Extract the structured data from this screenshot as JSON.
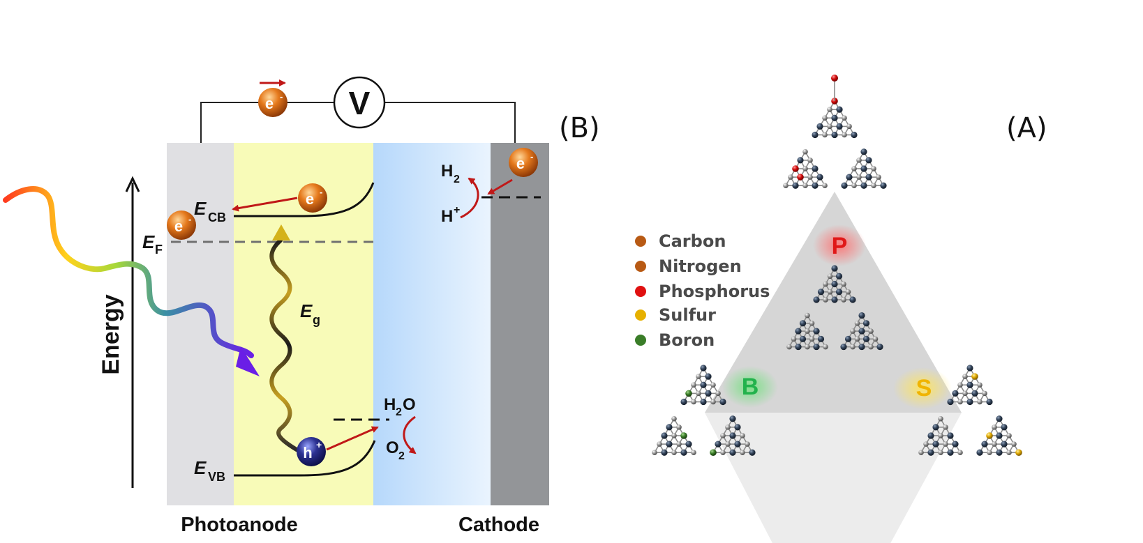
{
  "panel_b": {
    "tag": "(B)",
    "energy_label": "Energy",
    "photoanode_label": "Photoanode",
    "cathode_label": "Cathode",
    "voltmeter": "V",
    "electron": "e",
    "electron_sup": "-",
    "hole": "h",
    "hole_sup": "+",
    "ecb_main": "E",
    "ecb_sub": "CB",
    "evb_main": "E",
    "evb_sub": "VB",
    "ef_main": "E",
    "ef_sub": "F",
    "eg_main": "E",
    "eg_sub": "g",
    "h2_main": "H",
    "h2_sub": "2",
    "hplus_main": "H",
    "hplus_sup": "+",
    "h2o_a": "H",
    "h2o_sub": "2",
    "h2o_b": "O",
    "o2_main": "O",
    "o2_sub": "2"
  },
  "panel_a": {
    "tag": "(A)",
    "legend": [
      {
        "label": "Carbon",
        "color": "#b85a14"
      },
      {
        "label": "Nitrogen",
        "color": "#b85a14"
      },
      {
        "label": "Phosphorus",
        "color": "#e01010"
      },
      {
        "label": "Sulfur",
        "color": "#e6b000"
      },
      {
        "label": "Boron",
        "color": "#3a7d28"
      }
    ],
    "vertex_labels": {
      "p": {
        "text": "P",
        "color": "#e01818"
      },
      "b": {
        "text": "B",
        "color": "#22b24c"
      },
      "s": {
        "text": "S",
        "color": "#f0b400"
      }
    }
  }
}
